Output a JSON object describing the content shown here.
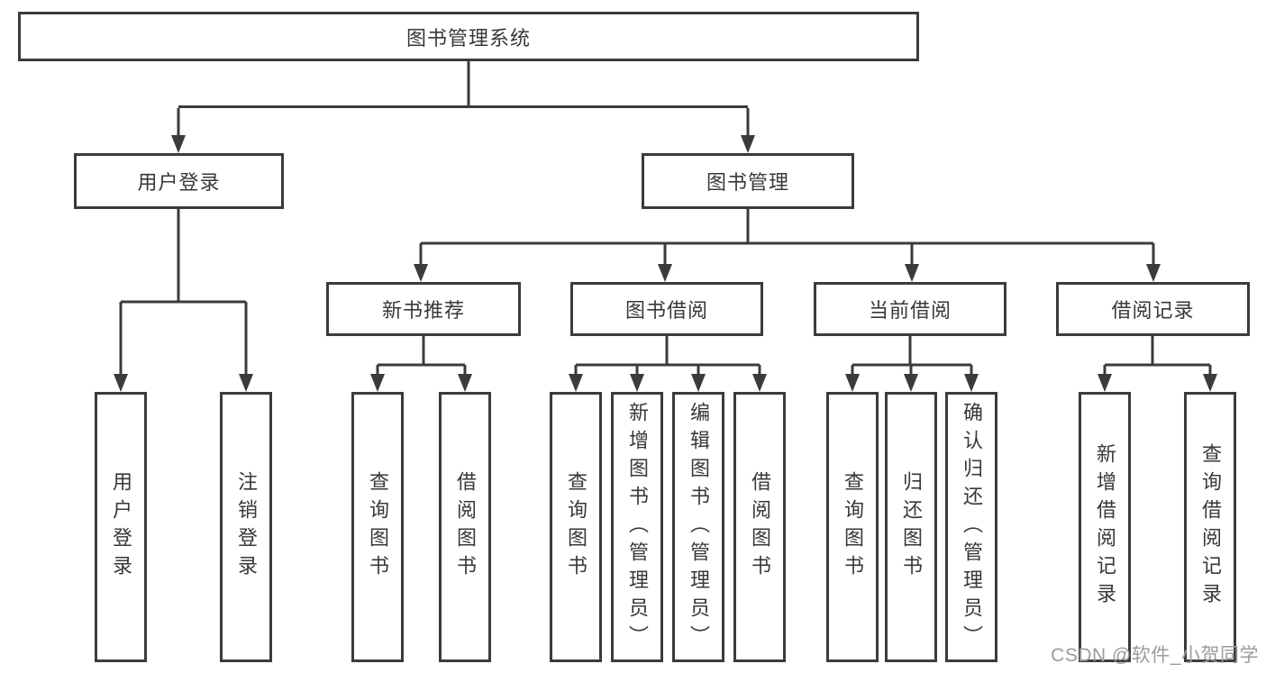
{
  "tree": {
    "root": "图书管理系统",
    "children": [
      {
        "label": "用户登录",
        "children": [
          "用户登录",
          "注销登录"
        ]
      },
      {
        "label": "图书管理",
        "children": [
          {
            "label": "新书推荐",
            "children": [
              "查询图书",
              "借阅图书"
            ]
          },
          {
            "label": "图书借阅",
            "children": [
              "查询图书",
              "新增图书（管理员）",
              "编辑图书（管理员）",
              "借阅图书"
            ]
          },
          {
            "label": "当前借阅",
            "children": [
              "查询图书",
              "归还图书",
              "确认归还（管理员）"
            ]
          },
          {
            "label": "借阅记录",
            "children": [
              "新增借阅记录",
              "查询借阅记录"
            ]
          }
        ]
      }
    ]
  },
  "watermark": {
    "text": "CSDN @软件_小贺同学"
  },
  "colors": {
    "line": "#3b3b3b",
    "box_fill": "#ffffff",
    "text": "#383838",
    "watermark": "#9b9b9b"
  }
}
